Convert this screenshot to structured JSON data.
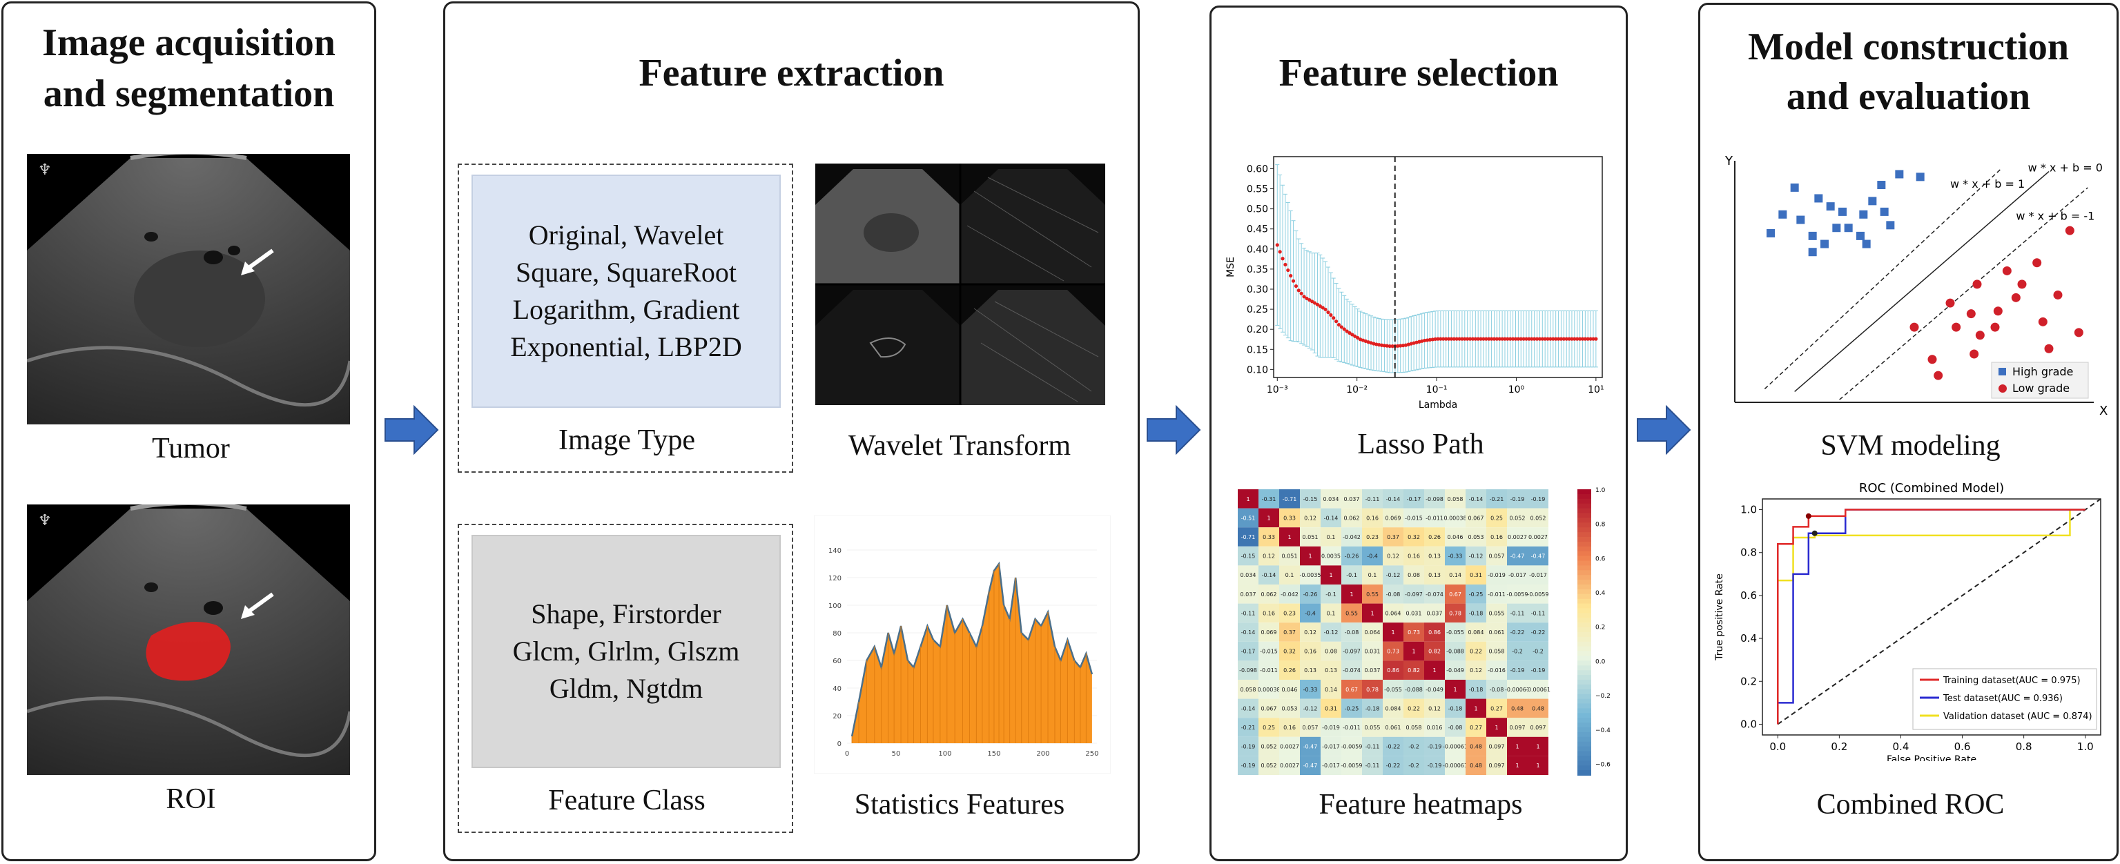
{
  "panels": {
    "acquisition": {
      "title_line1": "Image acquisition",
      "title_line2": "and segmentation",
      "captions": [
        "Tumor",
        "ROI"
      ]
    },
    "extraction": {
      "title": "Feature extraction",
      "image_type_text": [
        "Original, Wavelet",
        "Square, SquareRoot",
        "Logarithm, Gradient",
        "Exponential, LBP2D"
      ],
      "image_type_caption": "Image Type",
      "wavelet_caption": "Wavelet Transform",
      "feature_class_text": [
        "Shape, Firstorder",
        "Glcm, Glrlm, Glszm",
        "Gldm, Ngtdm"
      ],
      "feature_class_caption": "Feature Class",
      "stats_caption": "Statistics Features"
    },
    "selection": {
      "title": "Feature selection",
      "lasso_caption": "Lasso Path",
      "heatmap_caption": "Feature heatmaps"
    },
    "model": {
      "title_line1": "Model construction",
      "title_line2": "and evaluation",
      "svm_caption": "SVM modeling",
      "roc_caption": "Combined ROC"
    }
  },
  "colors": {
    "arrow": "#3a6fc4",
    "image_type_fill": "#dbe4f3",
    "feature_class_fill": "#d9d9d9",
    "roi": "#e02020",
    "histogram": "#f7931e"
  },
  "chart_data": [
    {
      "type": "line",
      "name": "lasso",
      "xlabel": "Lambda",
      "ylabel": "MSE",
      "log_x": true,
      "xlim": [
        0.0009,
        12
      ],
      "ylim": [
        0.08,
        0.63
      ],
      "x_ticks": [
        "10⁻³",
        "10⁻²",
        "10⁻¹",
        "10⁰",
        "10¹"
      ],
      "y_ticks": [
        "0.60",
        "0.55",
        "0.50",
        "0.45",
        "0.40",
        "0.35",
        "0.30",
        "0.25",
        "0.20",
        "0.15",
        "0.10"
      ],
      "selected_lambda": 0.03,
      "series": [
        {
          "x": [
            0.001,
            0.0012,
            0.0015,
            0.0018,
            0.0022,
            0.0027,
            0.0033,
            0.004,
            0.005,
            0.006,
            0.0075,
            0.009,
            0.011,
            0.014,
            0.017,
            0.021,
            0.026,
            0.03,
            0.04,
            0.05,
            0.07,
            0.1,
            0.3,
            1,
            3,
            10
          ],
          "y": [
            0.41,
            0.37,
            0.33,
            0.3,
            0.28,
            0.27,
            0.26,
            0.25,
            0.23,
            0.21,
            0.195,
            0.185,
            0.175,
            0.168,
            0.163,
            0.16,
            0.158,
            0.158,
            0.16,
            0.165,
            0.172,
            0.176,
            0.176,
            0.176,
            0.176,
            0.176
          ],
          "err": [
            0.2,
            0.18,
            0.16,
            0.13,
            0.12,
            0.12,
            0.13,
            0.12,
            0.1,
            0.09,
            0.08,
            0.075,
            0.07,
            0.068,
            0.066,
            0.065,
            0.066,
            0.066,
            0.067,
            0.068,
            0.069,
            0.07,
            0.07,
            0.07,
            0.07,
            0.07
          ]
        }
      ]
    },
    {
      "type": "area",
      "name": "statistics-features",
      "x_ticks": [
        "0",
        "50",
        "100",
        "150",
        "200",
        "250"
      ],
      "y_ticks": [
        "0",
        "20",
        "40",
        "60",
        "80",
        "100",
        "120",
        "140"
      ],
      "xlim": [
        0,
        255
      ],
      "ylim": [
        0,
        145
      ],
      "x": [
        5,
        12,
        20,
        28,
        35,
        42,
        48,
        55,
        62,
        68,
        75,
        82,
        88,
        95,
        102,
        110,
        118,
        125,
        132,
        138,
        145,
        150,
        155,
        160,
        166,
        172,
        178,
        185,
        192,
        198,
        205,
        212,
        218,
        225,
        232,
        238,
        244,
        250
      ],
      "y": [
        5,
        30,
        60,
        70,
        55,
        80,
        65,
        85,
        60,
        55,
        70,
        85,
        75,
        70,
        100,
        80,
        90,
        80,
        70,
        85,
        110,
        125,
        130,
        100,
        90,
        120,
        80,
        75,
        90,
        85,
        95,
        70,
        60,
        75,
        60,
        55,
        65,
        50
      ]
    },
    {
      "type": "heatmap",
      "name": "feature-heatmap",
      "rows": 15,
      "cols": 15,
      "colorbar_ticks": [
        "1.0",
        "0.8",
        "0.6",
        "0.4",
        "0.2",
        "0.0",
        "−0.2",
        "−0.4",
        "−0.6"
      ],
      "cells": [
        [
          "1",
          "-0.31",
          "-0.71",
          "-0.15",
          "0.034",
          "0.037",
          "-0.11",
          "-0.14",
          "-0.17",
          "-0.098",
          "0.058",
          "-0.14",
          "-0.21",
          "-0.19",
          "-0.19"
        ],
        [
          "-0.51",
          "1",
          "0.33",
          "0.12",
          "-0.14",
          "0.062",
          "0.16",
          "0.069",
          "-0.015",
          "-0.011",
          "0.00038",
          "0.067",
          "0.25",
          "0.052",
          "0.052"
        ],
        [
          "-0.71",
          "0.33",
          "1",
          "0.051",
          "0.1",
          "-0.042",
          "0.23",
          "0.37",
          "0.32",
          "0.26",
          "0.046",
          "0.053",
          "0.16",
          "0.0027",
          "0.0027"
        ],
        [
          "-0.15",
          "0.12",
          "0.051",
          "1",
          "0.0035",
          "-0.26",
          "-0.4",
          "0.12",
          "0.16",
          "0.13",
          "-0.33",
          "-0.12",
          "0.057",
          "-0.47",
          "-0.47"
        ],
        [
          "0.034",
          "-0.14",
          "0.1",
          "-0.0035",
          "1",
          "-0.1",
          "0.1",
          "-0.12",
          "0.08",
          "0.13",
          "0.14",
          "0.31",
          "-0.019",
          "-0.017",
          "-0.017"
        ],
        [
          "0.037",
          "0.062",
          "-0.042",
          "-0.26",
          "-0.1",
          "1",
          "0.55",
          "-0.08",
          "-0.097",
          "-0.074",
          "0.67",
          "-0.25",
          "-0.011",
          "-0.0059",
          "-0.0059"
        ],
        [
          "-0.11",
          "0.16",
          "0.23",
          "-0.4",
          "0.1",
          "0.55",
          "1",
          "0.064",
          "0.031",
          "0.037",
          "0.78",
          "-0.18",
          "0.055",
          "-0.11",
          "-0.11"
        ],
        [
          "-0.14",
          "0.069",
          "0.37",
          "0.12",
          "-0.12",
          "-0.08",
          "0.064",
          "1",
          "0.73",
          "0.86",
          "-0.055",
          "0.084",
          "0.061",
          "-0.22",
          "-0.22"
        ],
        [
          "-0.17",
          "-0.015",
          "0.32",
          "0.16",
          "0.08",
          "-0.097",
          "0.031",
          "0.73",
          "1",
          "0.82",
          "-0.088",
          "0.22",
          "0.058",
          "-0.2",
          "-0.2"
        ],
        [
          "-0.098",
          "-0.011",
          "0.26",
          "0.13",
          "0.13",
          "-0.074",
          "0.037",
          "0.86",
          "0.82",
          "1",
          "-0.049",
          "0.12",
          "-0.016",
          "-0.19",
          "-0.19"
        ],
        [
          "0.058",
          "0.00038",
          "0.046",
          "-0.33",
          "0.14",
          "0.67",
          "0.78",
          "-0.055",
          "-0.088",
          "-0.049",
          "1",
          "-0.18",
          "-0.08",
          "-0.00061",
          "-0.00061"
        ],
        [
          "-0.14",
          "0.067",
          "0.053",
          "-0.12",
          "0.31",
          "-0.25",
          "-0.18",
          "0.084",
          "0.22",
          "0.12",
          "-0.18",
          "1",
          "0.27",
          "0.48",
          "0.48"
        ],
        [
          "-0.21",
          "0.25",
          "0.16",
          "0.057",
          "-0.019",
          "-0.011",
          "0.055",
          "0.061",
          "0.058",
          "0.016",
          "-0.08",
          "0.27",
          "1",
          "0.097",
          "0.097"
        ],
        [
          "-0.19",
          "0.052",
          "0.0027",
          "-0.47",
          "-0.017",
          "-0.0059",
          "-0.11",
          "-0.22",
          "-0.2",
          "-0.19",
          "-0.00061",
          "0.48",
          "0.097",
          "1",
          "1"
        ],
        [
          "-0.19",
          "0.052",
          "0.0027",
          "-0.47",
          "-0.017",
          "-0.0059",
          "-0.11",
          "-0.22",
          "-0.2",
          "-0.19",
          "-0.00061",
          "0.48",
          "0.097",
          "1",
          "1"
        ]
      ]
    },
    {
      "type": "scatter",
      "name": "svm",
      "xlabel": "X",
      "ylabel": "Y",
      "hyperplane_labels": [
        "w * x + b = 1",
        "w * x + b = 0",
        "w * x + b = -1"
      ],
      "legend": [
        {
          "name": "High grade",
          "color": "#3c6fbf",
          "marker": "square"
        },
        {
          "name": "Low grade",
          "color": "#d0202a",
          "marker": "circle"
        }
      ],
      "series": [
        {
          "name": "High grade",
          "points": [
            [
              1.2,
              6.3
            ],
            [
              1.6,
              7.0
            ],
            [
              2.0,
              8.0
            ],
            [
              2.2,
              6.8
            ],
            [
              2.6,
              6.2
            ],
            [
              2.8,
              7.6
            ],
            [
              3.2,
              7.3
            ],
            [
              3.0,
              5.9
            ],
            [
              3.6,
              7.1
            ],
            [
              3.8,
              6.5
            ],
            [
              4.3,
              7.0
            ],
            [
              4.6,
              7.5
            ],
            [
              5.0,
              7.1
            ],
            [
              4.9,
              8.1
            ],
            [
              5.2,
              6.6
            ],
            [
              4.2,
              6.2
            ],
            [
              3.4,
              6.5
            ],
            [
              2.6,
              5.6
            ],
            [
              4.4,
              5.9
            ],
            [
              5.5,
              8.5
            ],
            [
              6.2,
              8.4
            ]
          ]
        },
        {
          "name": "Low grade",
          "points": [
            [
              6.0,
              2.8
            ],
            [
              6.6,
              1.6
            ],
            [
              7.2,
              3.7
            ],
            [
              7.4,
              2.8
            ],
            [
              7.9,
              3.3
            ],
            [
              8.1,
              4.4
            ],
            [
              8.2,
              2.5
            ],
            [
              8.7,
              2.8
            ],
            [
              8.8,
              3.4
            ],
            [
              9.1,
              4.9
            ],
            [
              9.4,
              3.9
            ],
            [
              9.6,
              4.4
            ],
            [
              10.1,
              5.2
            ],
            [
              10.3,
              3.0
            ],
            [
              10.5,
              2.0
            ],
            [
              10.8,
              4.0
            ],
            [
              11.2,
              6.4
            ],
            [
              8.0,
              1.8
            ],
            [
              6.8,
              1.0
            ],
            [
              10.3,
              1.3
            ],
            [
              11.5,
              2.6
            ]
          ]
        }
      ]
    },
    {
      "type": "line",
      "name": "roc",
      "title": "ROC (Combined Model)",
      "xlabel": "False Positive Rate",
      "ylabel": "True positive Rate",
      "xlim": [
        -0.05,
        1.05
      ],
      "ylim": [
        -0.05,
        1.05
      ],
      "x_ticks": [
        "0.0",
        "0.2",
        "0.4",
        "0.6",
        "0.8",
        "1.0"
      ],
      "y_ticks": [
        "0.0",
        "0.2",
        "0.4",
        "0.6",
        "0.8",
        "1.0"
      ],
      "series": [
        {
          "name": "Training dataset(AUC = 0.975)",
          "color": "#e02828",
          "points": [
            [
              0,
              0
            ],
            [
              0,
              0.35
            ],
            [
              0,
              0.84
            ],
            [
              0.05,
              0.84
            ],
            [
              0.05,
              0.92
            ],
            [
              0.1,
              0.92
            ],
            [
              0.1,
              0.97
            ],
            [
              0.22,
              0.97
            ],
            [
              0.22,
              1.0
            ],
            [
              1.0,
              1.0
            ]
          ]
        },
        {
          "name": "Test dataset(AUC = 0.936)",
          "color": "#2a2ad0",
          "points": [
            [
              0,
              0
            ],
            [
              0,
              0.1
            ],
            [
              0.05,
              0.1
            ],
            [
              0.05,
              0.7
            ],
            [
              0.1,
              0.7
            ],
            [
              0.1,
              0.89
            ],
            [
              0.22,
              0.89
            ],
            [
              0.22,
              1.0
            ],
            [
              1.0,
              1.0
            ]
          ]
        },
        {
          "name": "Validation dataset (AUC = 0.874)",
          "color": "#f0e020",
          "points": [
            [
              0,
              0
            ],
            [
              0,
              0.67
            ],
            [
              0.05,
              0.67
            ],
            [
              0.05,
              0.87
            ],
            [
              0.12,
              0.87
            ],
            [
              0.12,
              0.88
            ],
            [
              0.95,
              0.88
            ],
            [
              0.95,
              1.0
            ],
            [
              1.0,
              1.0
            ]
          ]
        }
      ]
    }
  ]
}
